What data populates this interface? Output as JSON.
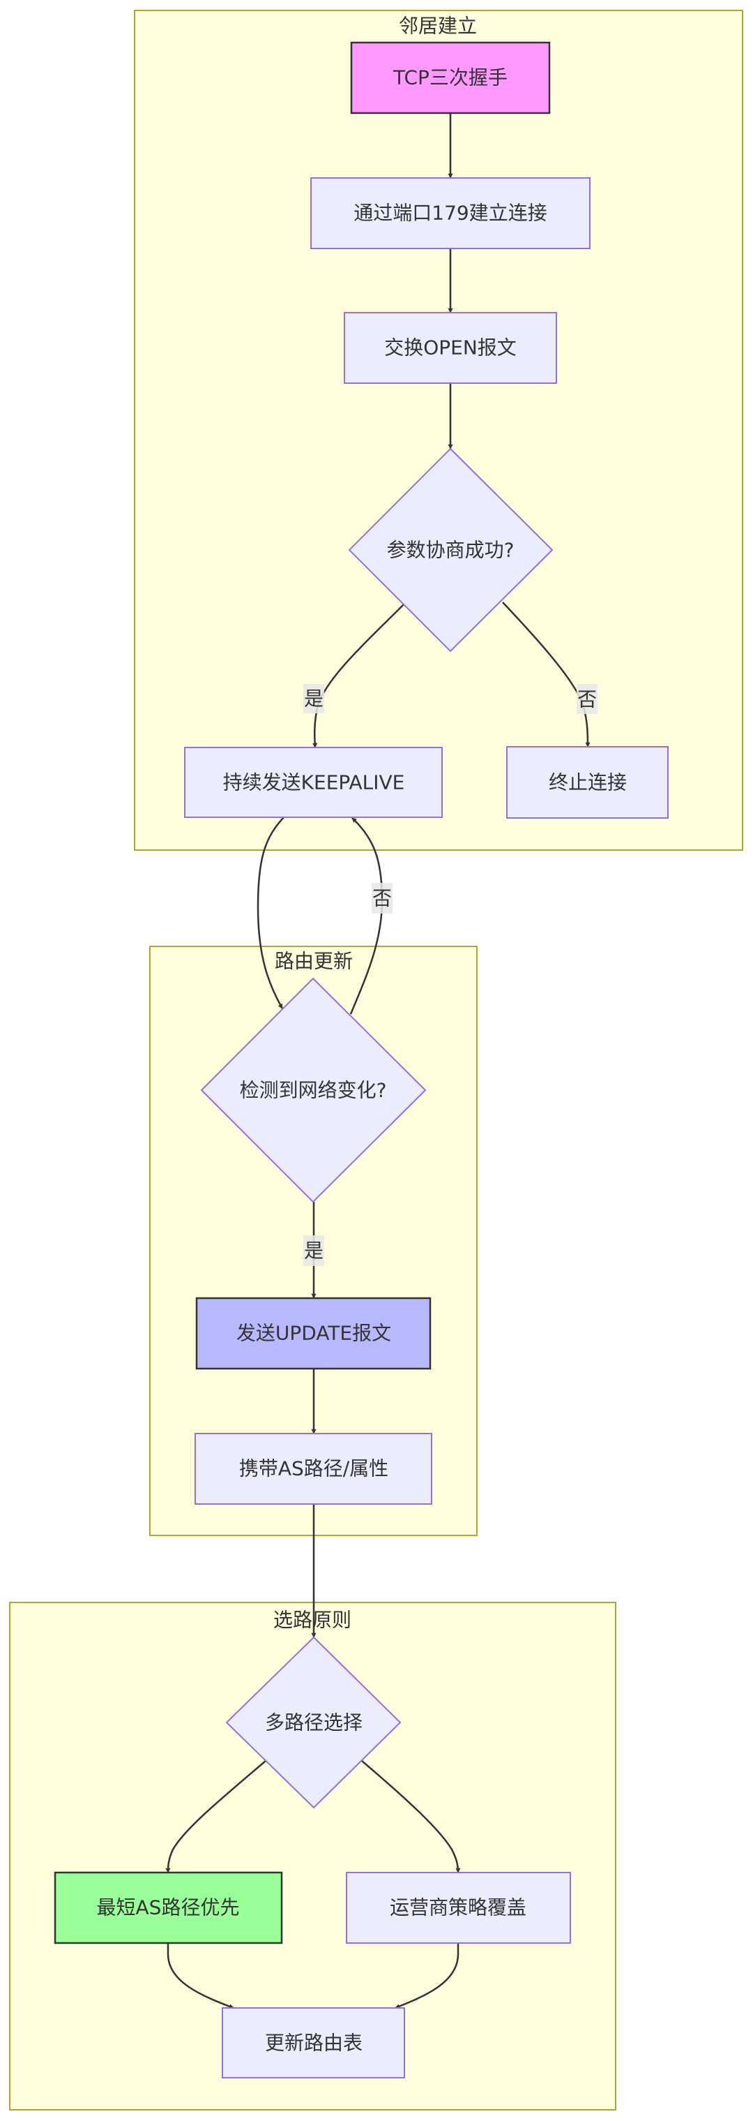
{
  "diagram": {
    "type": "flowchart",
    "direction": "top-down",
    "clusters": [
      {
        "id": "neighbor",
        "title": "邻居建立"
      },
      {
        "id": "route_update",
        "title": "路由更新"
      },
      {
        "id": "selection",
        "title": "选路原则"
      }
    ],
    "nodes": {
      "tcp": {
        "label": "TCP三次握手",
        "shape": "rect",
        "fill": "#ff99ff"
      },
      "port": {
        "label": "通过端口179建立连接",
        "shape": "rect",
        "fill": "#ececff"
      },
      "open": {
        "label": "交换OPEN报文",
        "shape": "rect",
        "fill": "#ececff"
      },
      "negotiate": {
        "label": "参数协商成功?",
        "shape": "diamond",
        "fill": "#ececff"
      },
      "keepalive": {
        "label": "持续发送KEEPALIVE",
        "shape": "rect",
        "fill": "#ececff"
      },
      "terminate": {
        "label": "终止连接",
        "shape": "rect",
        "fill": "#ececff"
      },
      "detect": {
        "label": "检测到网络变化?",
        "shape": "diamond",
        "fill": "#ececff"
      },
      "update": {
        "label": "发送UPDATE报文",
        "shape": "rect",
        "fill": "#b8b8ff"
      },
      "carry": {
        "label": "携带AS路径/属性",
        "shape": "rect",
        "fill": "#ececff"
      },
      "multipath": {
        "label": "多路径选择",
        "shape": "diamond",
        "fill": "#ececff"
      },
      "shortest": {
        "label": "最短AS路径优先",
        "shape": "rect",
        "fill": "#99ff99"
      },
      "operator": {
        "label": "运营商策略覆盖",
        "shape": "rect",
        "fill": "#ececff"
      },
      "table": {
        "label": "更新路由表",
        "shape": "rect",
        "fill": "#ececff"
      }
    },
    "edges": [
      {
        "from": "tcp",
        "to": "port",
        "label": ""
      },
      {
        "from": "port",
        "to": "open",
        "label": ""
      },
      {
        "from": "open",
        "to": "negotiate",
        "label": ""
      },
      {
        "from": "negotiate",
        "to": "keepalive",
        "label": "是"
      },
      {
        "from": "negotiate",
        "to": "terminate",
        "label": "否"
      },
      {
        "from": "keepalive",
        "to": "detect",
        "label": ""
      },
      {
        "from": "detect",
        "to": "keepalive",
        "label": "否"
      },
      {
        "from": "detect",
        "to": "update",
        "label": "是"
      },
      {
        "from": "update",
        "to": "carry",
        "label": ""
      },
      {
        "from": "carry",
        "to": "multipath",
        "label": ""
      },
      {
        "from": "multipath",
        "to": "shortest",
        "label": ""
      },
      {
        "from": "multipath",
        "to": "operator",
        "label": ""
      },
      {
        "from": "shortest",
        "to": "table",
        "label": ""
      },
      {
        "from": "operator",
        "to": "table",
        "label": ""
      }
    ]
  }
}
